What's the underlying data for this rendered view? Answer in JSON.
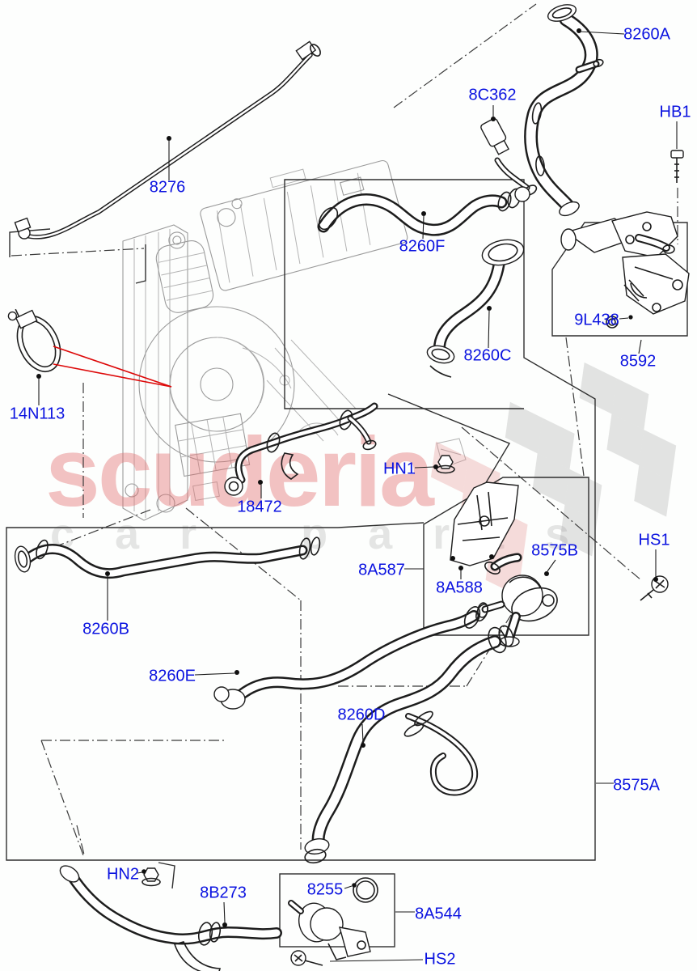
{
  "diagram": {
    "kind": "exploded-parts-diagram",
    "watermark": {
      "brand": "scuderia",
      "sub": "car parts",
      "brand_color": "#e06a6a",
      "flag_gray": "#d9d9d9",
      "flag_pink": "#f2c6c6"
    },
    "colors": {
      "label_blue": "#0a12e0",
      "line_black": "#1d1d1d",
      "machinery_gray": "#9b9b9b",
      "pointer_red": "#dd0808",
      "background": "#fdfefd"
    },
    "labels": {
      "p8260A": "8260A",
      "p8C362": "8C362",
      "pHB1": "HB1",
      "p8276": "8276",
      "p8260F": "8260F",
      "p8260C": "8260C",
      "p9L438": "9L438",
      "p8592": "8592",
      "p14N113": "14N113",
      "p18472": "18472",
      "pHN1": "HN1",
      "p8A587": "8A587",
      "p8A588": "8A588",
      "p8575B": "8575B",
      "pHS1": "HS1",
      "p8260B": "8260B",
      "p8260E": "8260E",
      "p8260D": "8260D",
      "p8575A": "8575A",
      "pHN2": "HN2",
      "p8B273": "8B273",
      "p8255": "8255",
      "p8A544": "8A544",
      "pHS2": "HS2"
    }
  }
}
